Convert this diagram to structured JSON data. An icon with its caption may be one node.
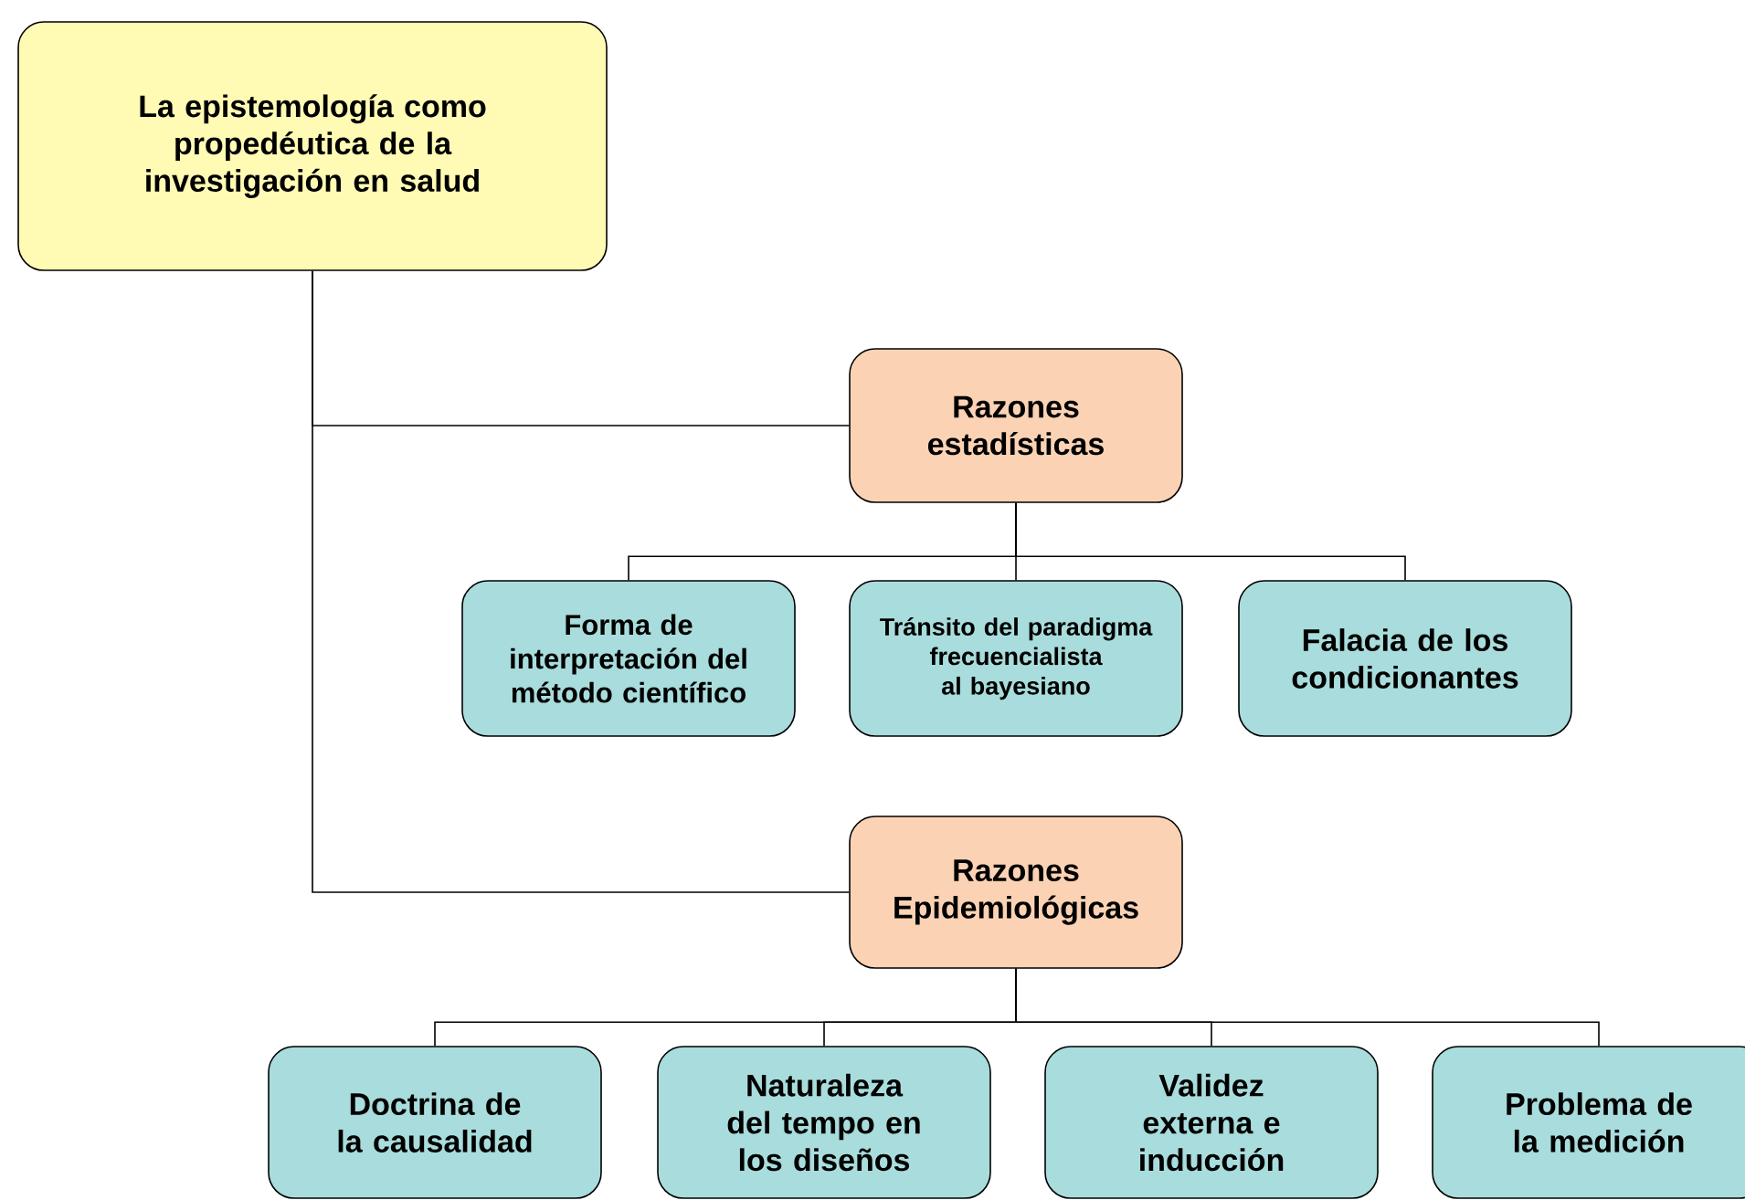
{
  "diagram": {
    "nodes": [
      {
        "text": [
          "La epistemología como propedéutica de la investigación en salud"
        ]
      },
      {
        "text": [
          "Razones estadísticas"
        ]
      },
      {
        "text": [
          "Forma de interpretación del método científico"
        ]
      },
      {
        "text": [
          "Tránsito del paradigma frecuencialista al bayesiano"
        ]
      },
      {
        "text": [
          "Falacia de los condicionantes"
        ]
      },
      {
        "text": [
          "Razones Epidemiológicas"
        ]
      },
      {
        "text": [
          "Doctrina de la causalidad"
        ]
      },
      {
        "text": [
          "Naturaleza del tempo en los diseños"
        ]
      },
      {
        "text": [
          "Validez externa e inducción"
        ]
      },
      {
        "text": [
          "Problema de la medición"
        ]
      }
    ],
    "edges": [
      {
        "from": 0,
        "to": 1,
        "arrow": "none"
      },
      {
        "from": 0,
        "to": 5,
        "arrow": "none"
      },
      {
        "from": 1,
        "to": 2,
        "arrow": "none"
      },
      {
        "from": 1,
        "to": 3,
        "arrow": "none"
      },
      {
        "from": 1,
        "to": 4,
        "arrow": "none"
      },
      {
        "from": 5,
        "to": 6,
        "arrow": "none"
      },
      {
        "from": 5,
        "to": 7,
        "arrow": "none"
      },
      {
        "from": 5,
        "to": 8,
        "arrow": "none"
      },
      {
        "from": 5,
        "to": 9,
        "arrow": "none"
      }
    ]
  }
}
